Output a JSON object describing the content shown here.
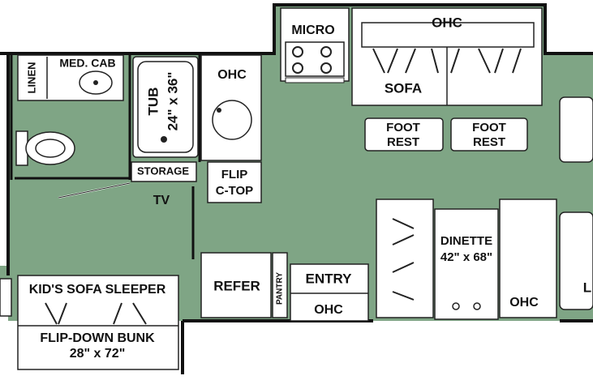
{
  "labels": {
    "micro": "MICRO",
    "ohc_top": "OHC",
    "sofa": "SOFA",
    "foot_rest_left_1": "FOOT",
    "foot_rest_left_2": "REST",
    "foot_rest_right_1": "FOOT",
    "foot_rest_right_2": "REST",
    "linen": "LINEN",
    "med_cab": "MED. CAB",
    "tub_1": "TUB",
    "tub_2": "24\" x 36\"",
    "ohc_bath": "OHC",
    "storage": "STORAGE",
    "flip_ctop_1": "FLIP",
    "flip_ctop_2": "C-TOP",
    "tv": "TV",
    "dinette_1": "DINETTE",
    "dinette_2": "42\" x 68\"",
    "ohc_dinette": "OHC",
    "kids_sofa": "KID'S SOFA SLEEPER",
    "bunk_1": "FLIP-DOWN BUNK",
    "bunk_2": "28\" x 72\"",
    "refer": "REFER",
    "pantry": "PANTRY",
    "entry": "ENTRY",
    "ohc_entry": "OHC",
    "cut_off": "L"
  },
  "colors": {
    "floor": "#7fa585",
    "wall": "#111111",
    "fixture": "#ffffff"
  }
}
